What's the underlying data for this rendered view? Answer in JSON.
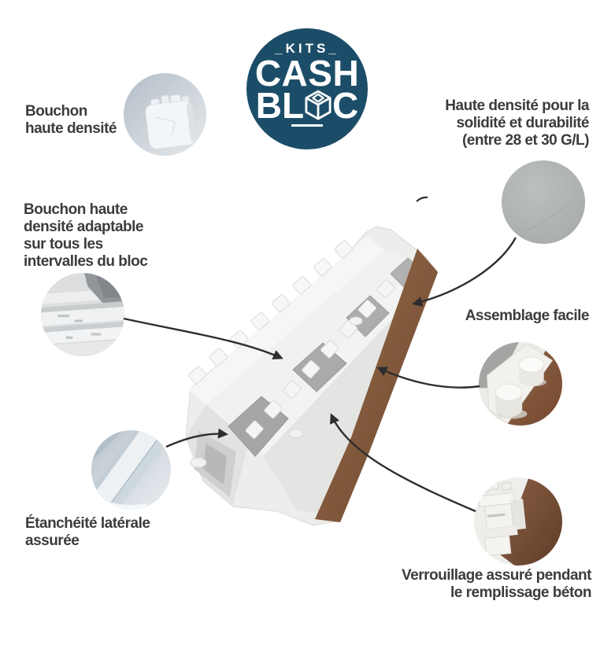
{
  "colors": {
    "logo_bg": "#1c4d68",
    "logo_text": "#ffffff",
    "annotation_text": "#3c3c3c",
    "arrow": "#2e2e2e",
    "foam_white": "#ededeb",
    "wood_brown": "#7c5238"
  },
  "logo": {
    "top_word": "_KITS_",
    "word1": "CASH",
    "word2_left": "BL",
    "word2_right": "C",
    "cube_icon": "cube-outline-icon"
  },
  "annotations": {
    "top_left": {
      "lines": [
        "Bouchon",
        "haute densité"
      ]
    },
    "top_right": {
      "lines": [
        "Haute densité pour la",
        "solidité et durabilité",
        "(entre 28 et 30 G/L)"
      ]
    },
    "mid_left": {
      "lines": [
        "Bouchon haute",
        "densité adaptable",
        "sur tous les",
        "intervalles du bloc"
      ]
    },
    "mid_right": {
      "lines": [
        "Assemblage facile"
      ]
    },
    "bottom_left": {
      "lines": [
        "Étanchéité latérale",
        "assurée"
      ]
    },
    "bottom_right": {
      "lines": [
        "Verrouillage assuré pendant",
        "le remplissage béton"
      ]
    }
  },
  "images": {
    "center": "polystyrene-icf-block-photo",
    "top_left_circle": "high-density-cap-closeup",
    "top_right_circle": "dense-foam-surface-closeup",
    "mid_left_circle": "block-interval-corner-closeup",
    "mid_right_circle": "assembly-studs-closeup",
    "bottom_left_circle": "lateral-seal-edge-closeup",
    "bottom_right_circle": "locking-teeth-closeup"
  }
}
